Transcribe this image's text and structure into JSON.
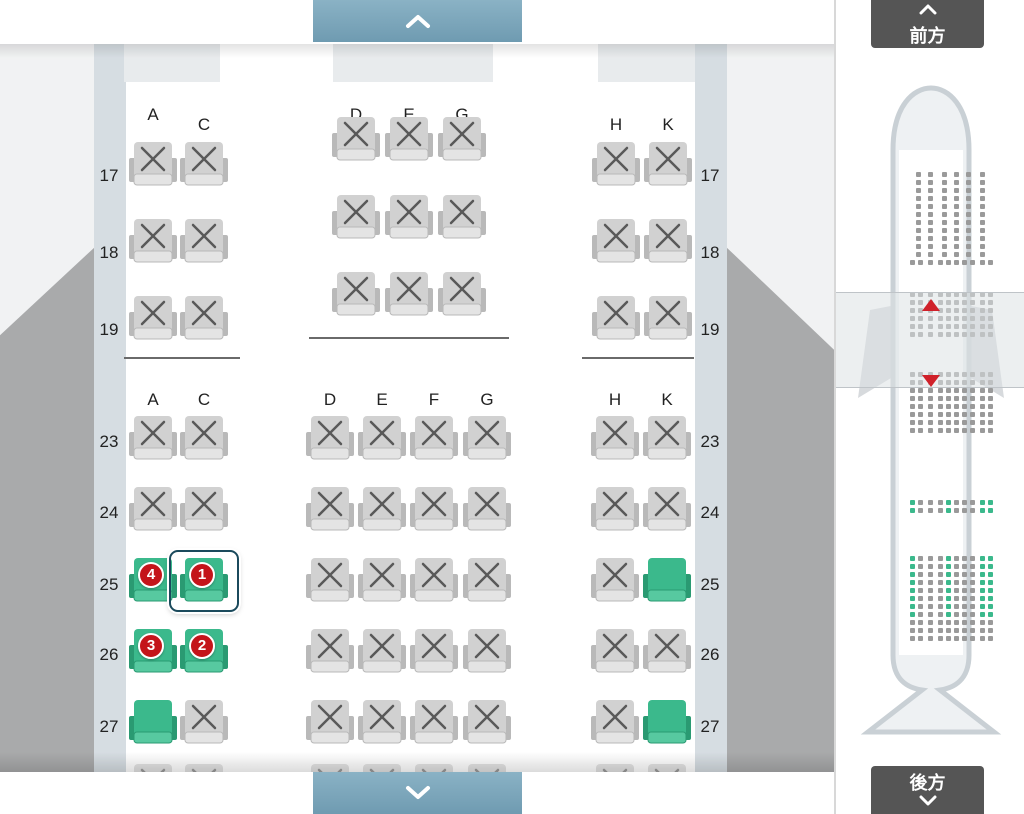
{
  "colors": {
    "available_seat": "#3bb98c",
    "occupied_seat": "#d1d1d1",
    "passenger_badge": "#c4141a",
    "scroll_button": "#7aa6bc",
    "nav_button": "#555555",
    "viewport_arrow": "#d0212a"
  },
  "icons": {
    "scroll_up": "chevron-up-icon",
    "scroll_down": "chevron-down-icon",
    "occupied": "x-mark-icon",
    "seat": "seat-icon"
  },
  "navigator": {
    "front_label": "前方",
    "back_label": "後方"
  },
  "sections": [
    {
      "columns": [
        {
          "letter": "A"
        },
        {
          "letter": "C"
        },
        {
          "letter": "D"
        },
        {
          "letter": "E"
        },
        {
          "letter": "G"
        },
        {
          "letter": "H"
        },
        {
          "letter": "K"
        }
      ],
      "rows": [
        {
          "number": "17",
          "seats": {
            "A": "occupied",
            "C": "occupied",
            "D": "occupied",
            "E": "occupied",
            "G": "occupied",
            "H": "occupied",
            "K": "occupied"
          }
        },
        {
          "number": "18",
          "seats": {
            "A": "occupied",
            "C": "occupied",
            "D": "occupied",
            "E": "occupied",
            "G": "occupied",
            "H": "occupied",
            "K": "occupied"
          }
        },
        {
          "number": "19",
          "seats": {
            "A": "occupied",
            "C": "occupied",
            "D": "occupied",
            "E": "occupied",
            "G": "occupied",
            "H": "occupied",
            "K": "occupied"
          }
        }
      ]
    },
    {
      "columns": [
        {
          "letter": "A"
        },
        {
          "letter": "C"
        },
        {
          "letter": "D"
        },
        {
          "letter": "E"
        },
        {
          "letter": "F"
        },
        {
          "letter": "G"
        },
        {
          "letter": "H"
        },
        {
          "letter": "K"
        }
      ],
      "rows": [
        {
          "number": "23",
          "seats": {
            "A": "occupied",
            "C": "occupied",
            "D": "occupied",
            "E": "occupied",
            "F": "occupied",
            "G": "occupied",
            "H": "occupied",
            "K": "occupied"
          }
        },
        {
          "number": "24",
          "seats": {
            "A": "occupied",
            "C": "occupied",
            "D": "occupied",
            "E": "occupied",
            "F": "occupied",
            "G": "occupied",
            "H": "occupied",
            "K": "occupied"
          }
        },
        {
          "number": "25",
          "seats": {
            "A": "available",
            "C": "available",
            "D": "occupied",
            "E": "occupied",
            "F": "occupied",
            "G": "occupied",
            "H": "occupied",
            "K": "available"
          }
        },
        {
          "number": "26",
          "seats": {
            "A": "available",
            "C": "available",
            "D": "occupied",
            "E": "occupied",
            "F": "occupied",
            "G": "occupied",
            "H": "occupied",
            "K": "occupied"
          }
        },
        {
          "number": "27",
          "seats": {
            "A": "available",
            "C": "occupied",
            "D": "occupied",
            "E": "occupied",
            "F": "occupied",
            "G": "occupied",
            "H": "occupied",
            "K": "available"
          }
        }
      ]
    }
  ],
  "assignments": [
    {
      "passenger": "1",
      "seat": "25C",
      "selected": true
    },
    {
      "passenger": "2",
      "seat": "26C",
      "selected": false
    },
    {
      "passenger": "3",
      "seat": "26A",
      "selected": false
    },
    {
      "passenger": "4",
      "seat": "25A",
      "selected": false
    }
  ]
}
